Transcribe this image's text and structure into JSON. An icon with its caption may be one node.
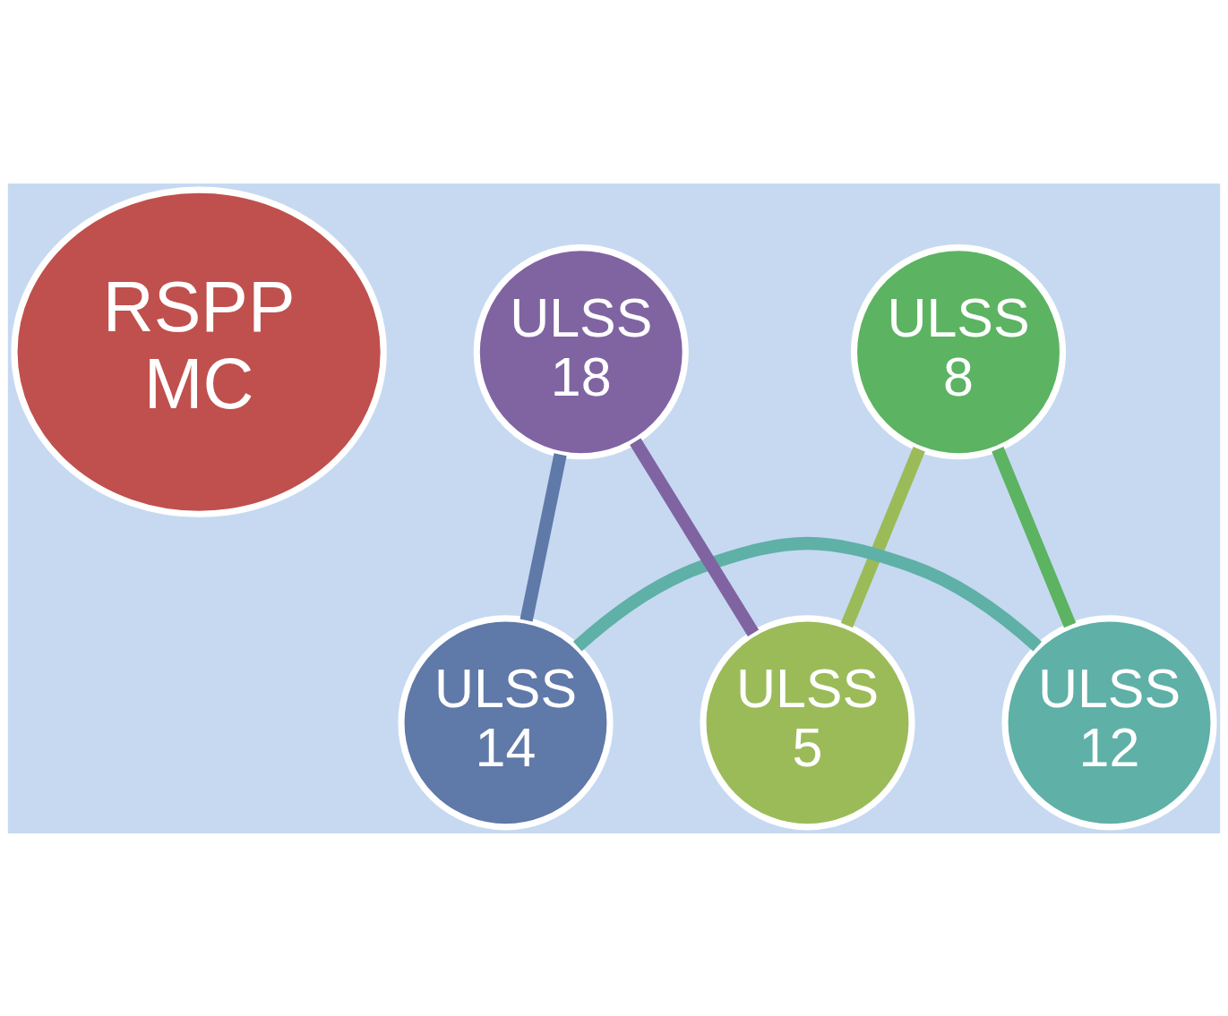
{
  "diagram": {
    "nodes": [
      {
        "text": [
          "RSPP MC"
        ]
      },
      {
        "text": [
          "ULSS 5"
        ]
      },
      {
        "text": [
          "ULSS 8"
        ]
      },
      {
        "text": [
          "ULSS 12"
        ]
      },
      {
        "text": [
          "ULSS 14"
        ]
      },
      {
        "text": [
          "ULSS 18"
        ]
      }
    ],
    "edges": [
      {
        "from": 1,
        "to": 2,
        "arrow": "none",
        "color": "#9bbb59"
      },
      {
        "from": 2,
        "to": 3,
        "arrow": "none",
        "color": "#5cb362"
      },
      {
        "from": 3,
        "to": 4,
        "arrow": "none",
        "color": "#5fb0a7"
      },
      {
        "from": 4,
        "to": 5,
        "arrow": "none",
        "color": "#5f79a8"
      },
      {
        "from": 5,
        "to": 1,
        "arrow": "none",
        "color": "#8064a2"
      }
    ]
  }
}
